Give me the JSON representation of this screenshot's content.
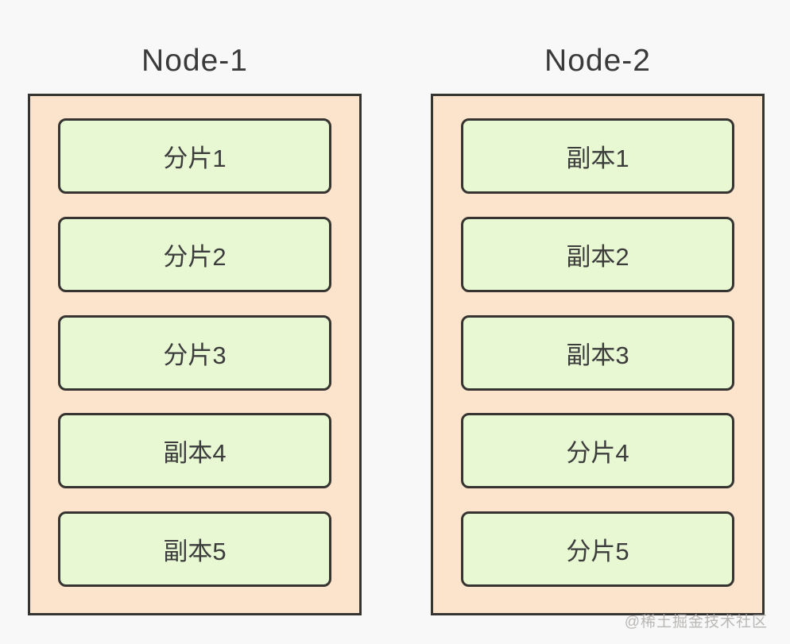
{
  "colors": {
    "page_background": "#f8f8f8",
    "node_fill": "#fbe3cc",
    "shard_fill": "#e7f8d3",
    "border": "#363430",
    "title_text": "#3a3a3a",
    "watermark_text": "#afadaa"
  },
  "nodes": [
    {
      "title": "Node-1",
      "shards": [
        "分片1",
        "分片2",
        "分片3",
        "副本4",
        "副本5"
      ]
    },
    {
      "title": "Node-2",
      "shards": [
        "副本1",
        "副本2",
        "副本3",
        "分片4",
        "分片5"
      ]
    }
  ],
  "watermark": "@稀土掘金技术社区"
}
